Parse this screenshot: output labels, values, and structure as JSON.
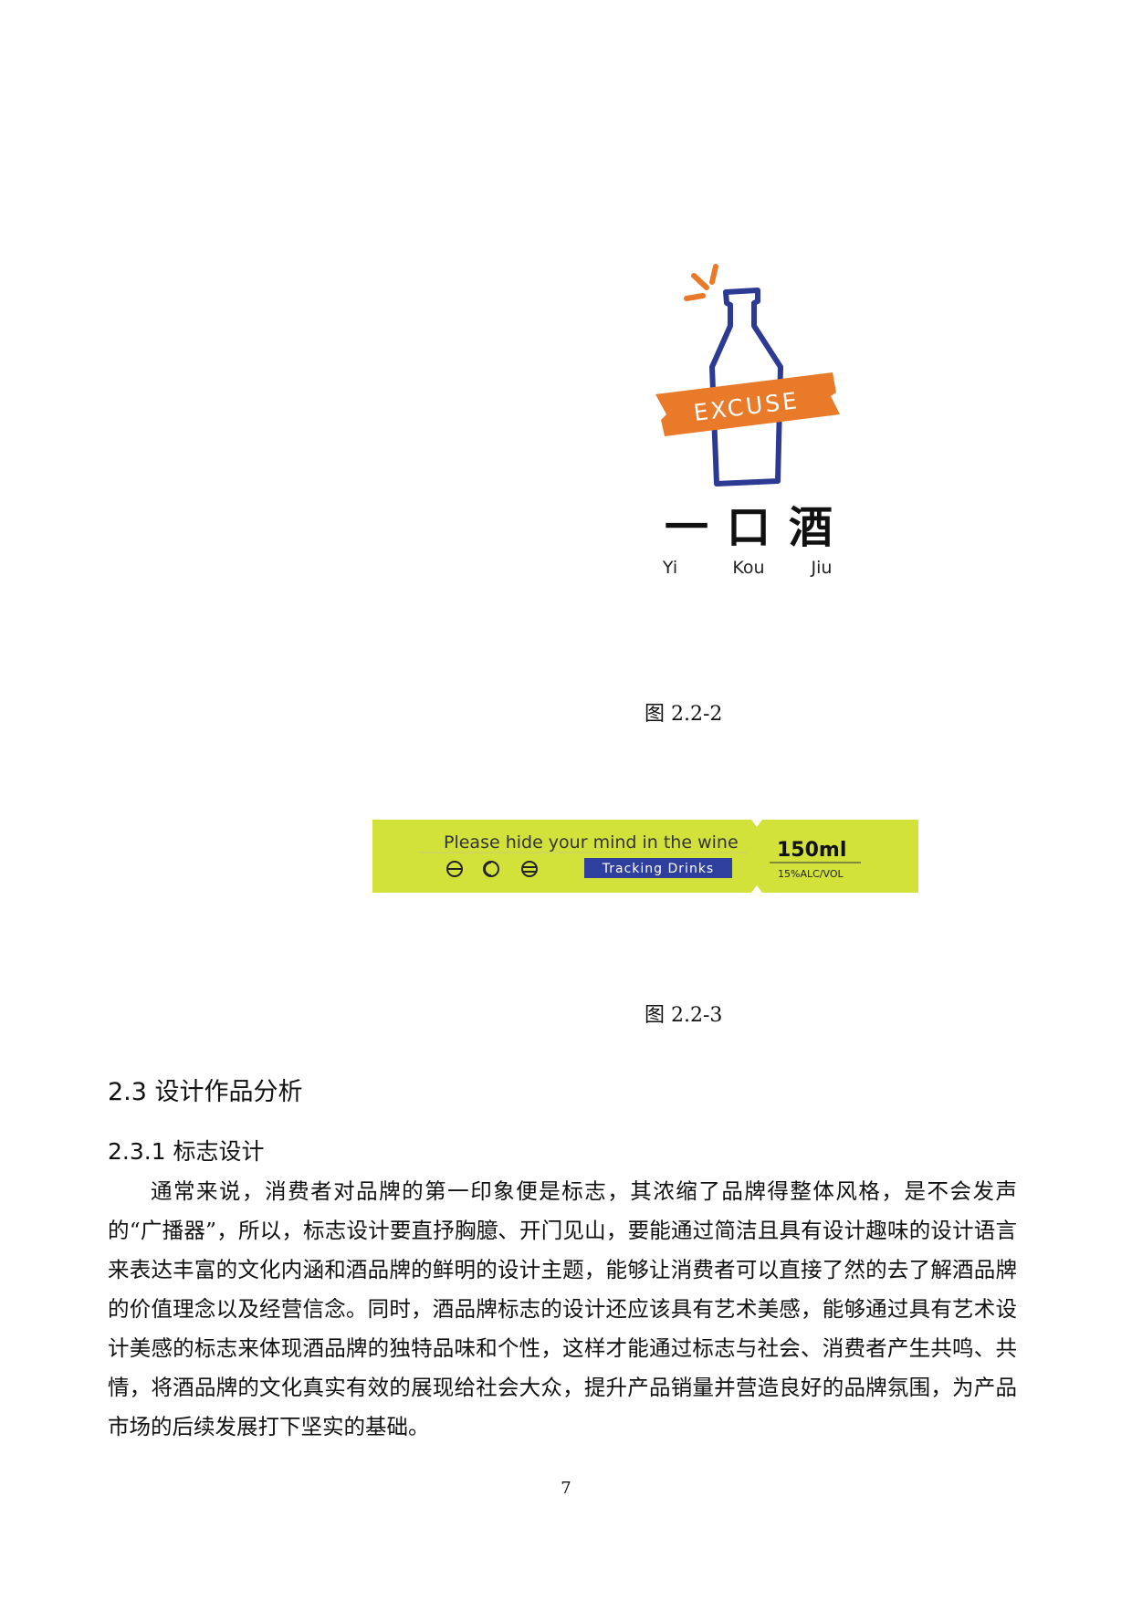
{
  "figure1": {
    "logo_band_text": "EXCUSE",
    "logo_chinese": "一口酒",
    "pinyin": [
      "Yi",
      "Kou",
      "Jiu"
    ],
    "caption": "图 2.2-2",
    "colors": {
      "bottle": "#2c3a93",
      "band": "#e97a2a"
    }
  },
  "figure2": {
    "slogan": "Please hide your mind in the wine",
    "tag": "Tracking Drinks",
    "volume": "150ml",
    "alcohol": "15%ALC/VOL",
    "caption": "图 2.2-3",
    "colors": {
      "band": "#d3e23b",
      "tag": "#2f3f9e"
    }
  },
  "section": {
    "heading": "2.3 设计作品分析",
    "subheading": "2.3.1 标志设计",
    "paragraph": "通常来说，消费者对品牌的第一印象便是标志，其浓缩了品牌得整体风格，是不会发声的“广播器”，所以，标志设计要直抒胸臆、开门见山，要能通过简洁且具有设计趣味的设计语言来表达丰富的文化内涵和酒品牌的鲜明的设计主题，能够让消费者可以直接了然的去了解酒品牌的价值理念以及经营信念。同时，酒品牌标志的设计还应该具有艺术美感，能够通过具有艺术设计美感的标志来体现酒品牌的独特品味和个性，这样才能通过标志与社会、消费者产生共鸣、共情，将酒品牌的文化真实有效的展现给社会大众，提升产品销量并营造良好的品牌氛围，为产品市场的后续发展打下坚实的基础。"
  },
  "page_number": "7"
}
